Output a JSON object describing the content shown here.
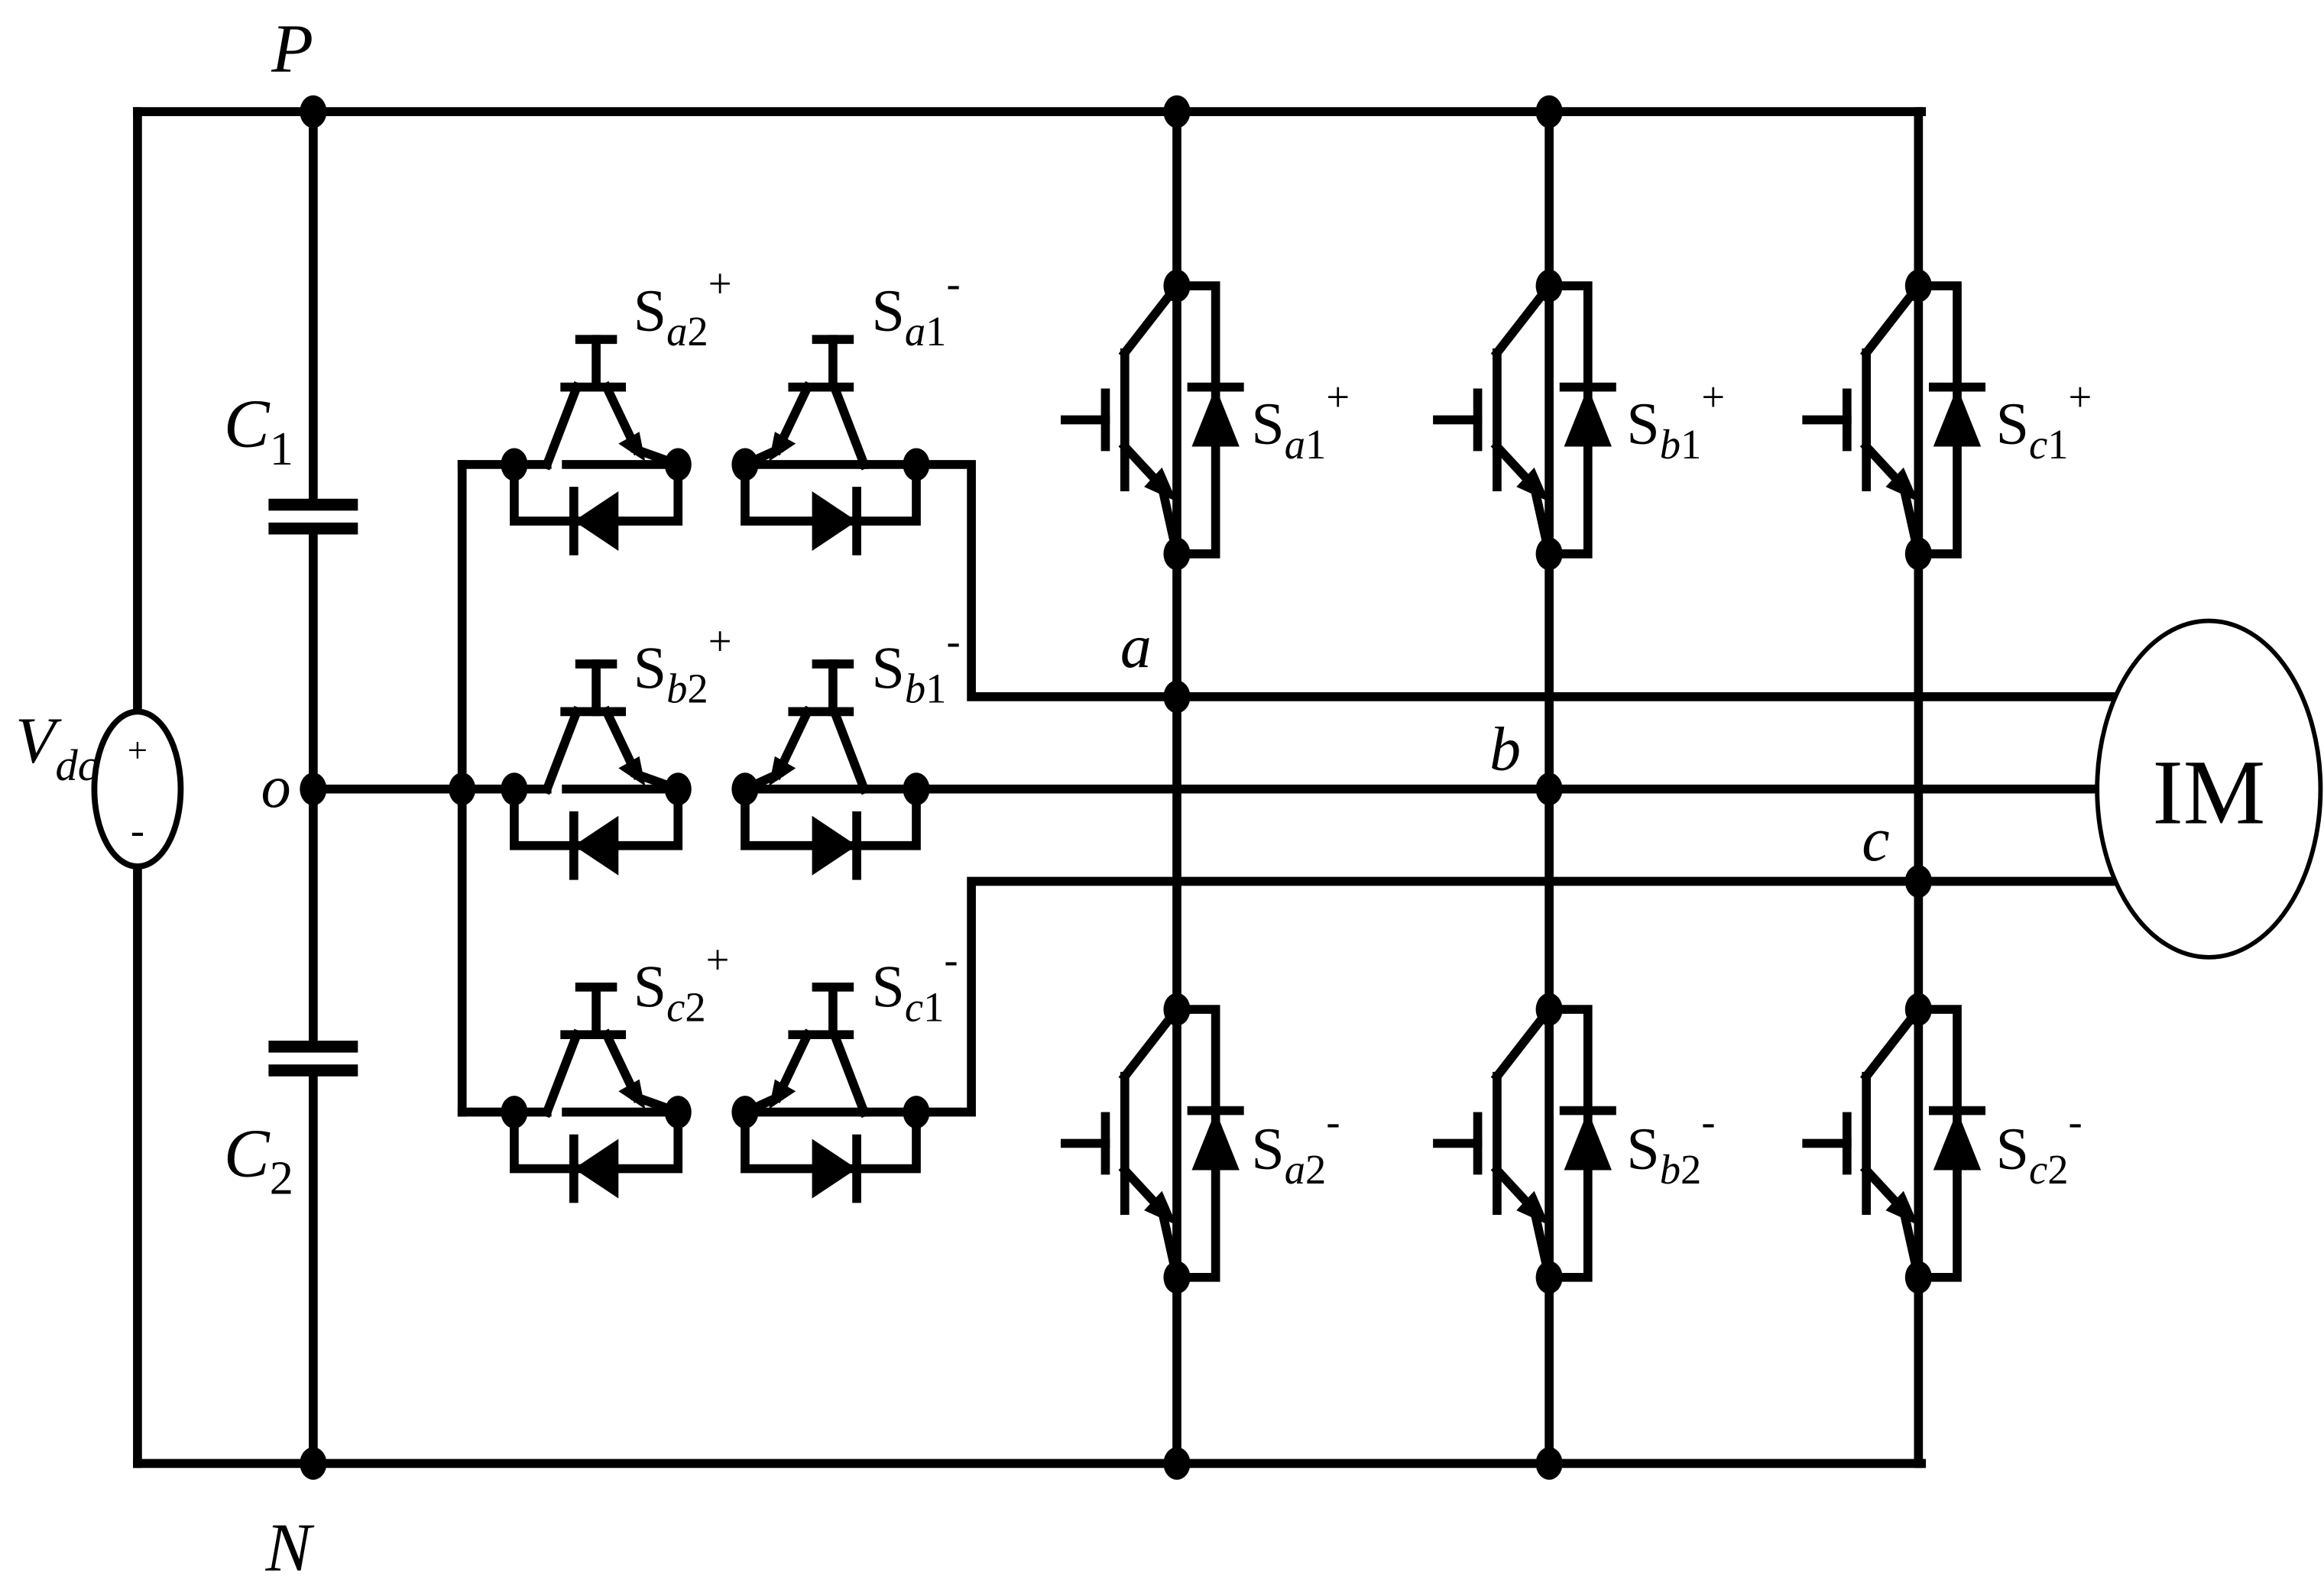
{
  "nodes": {
    "p": "P",
    "n": "N",
    "o": "o",
    "a": "a",
    "b": "b",
    "c": "c"
  },
  "source": {
    "base": "V",
    "sub": "dc",
    "plus": "+",
    "minus": "-"
  },
  "capacitors": [
    {
      "base": "C",
      "sub": "1"
    },
    {
      "base": "C",
      "sub": "2"
    }
  ],
  "bidirectional_switches": [
    {
      "left": {
        "base": "S",
        "sub_a": "a",
        "sub_b": "2",
        "sup": "+"
      },
      "right": {
        "base": "S",
        "sub_a": "a",
        "sub_b": "1",
        "sup": "-"
      }
    },
    {
      "left": {
        "base": "S",
        "sub_a": "b",
        "sub_b": "2",
        "sup": "+"
      },
      "right": {
        "base": "S",
        "sub_a": "b",
        "sub_b": "1",
        "sup": "-"
      }
    },
    {
      "left": {
        "base": "S",
        "sub_a": "c",
        "sub_b": "2",
        "sup": "+"
      },
      "right": {
        "base": "S",
        "sub_a": "c",
        "sub_b": "1",
        "sup": "-"
      }
    }
  ],
  "igbts": {
    "upper": [
      {
        "base": "S",
        "sub_a": "a",
        "sub_b": "1",
        "sup": "+"
      },
      {
        "base": "S",
        "sub_a": "b",
        "sub_b": "1",
        "sup": "+"
      },
      {
        "base": "S",
        "sub_a": "c",
        "sub_b": "1",
        "sup": "+"
      }
    ],
    "lower": [
      {
        "base": "S",
        "sub_a": "a",
        "sub_b": "2",
        "sup": "-"
      },
      {
        "base": "S",
        "sub_a": "b",
        "sub_b": "2",
        "sup": "-"
      },
      {
        "base": "S",
        "sub_a": "c",
        "sub_b": "2",
        "sup": "-"
      }
    ]
  },
  "motor": {
    "label": "IM"
  }
}
